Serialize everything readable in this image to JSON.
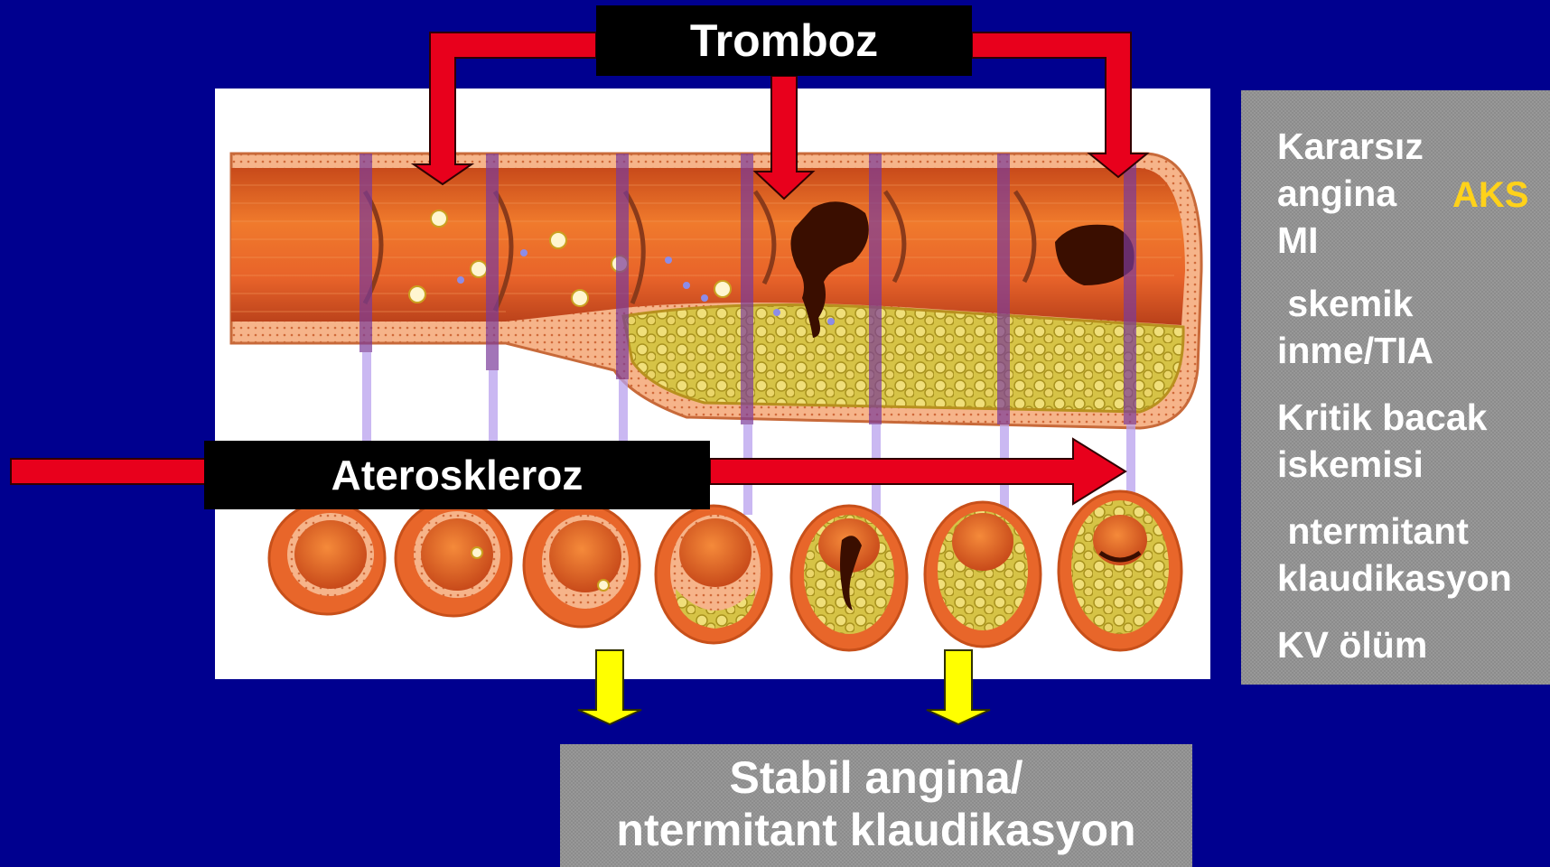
{
  "top_label": "Tromboz",
  "mid_label": "Ateroskleroz",
  "outcomes": [
    {
      "lines": "Kararsız\nangina\nMI"
    },
    {
      "lines": " skemik\ninme/TIA"
    },
    {
      "lines": "Kritik bacak\niskemisi"
    },
    {
      "lines": " ntermitant\nklaudikasyon"
    },
    {
      "lines": "KV ölüm"
    }
  ],
  "aks_label": "AKS",
  "bottom_label": {
    "line1": "Stabil angina/",
    "line2": "ntermitant klaudikasyon"
  },
  "colors": {
    "background": "#00008f",
    "arrow_red": "#e8001c",
    "arrow_yellow": "#ffff00",
    "aks_yellow": "#ffd21a",
    "vessel_wall": "#e6662a",
    "plaque": "#d8c44a",
    "thrombus": "#3a0e00"
  }
}
